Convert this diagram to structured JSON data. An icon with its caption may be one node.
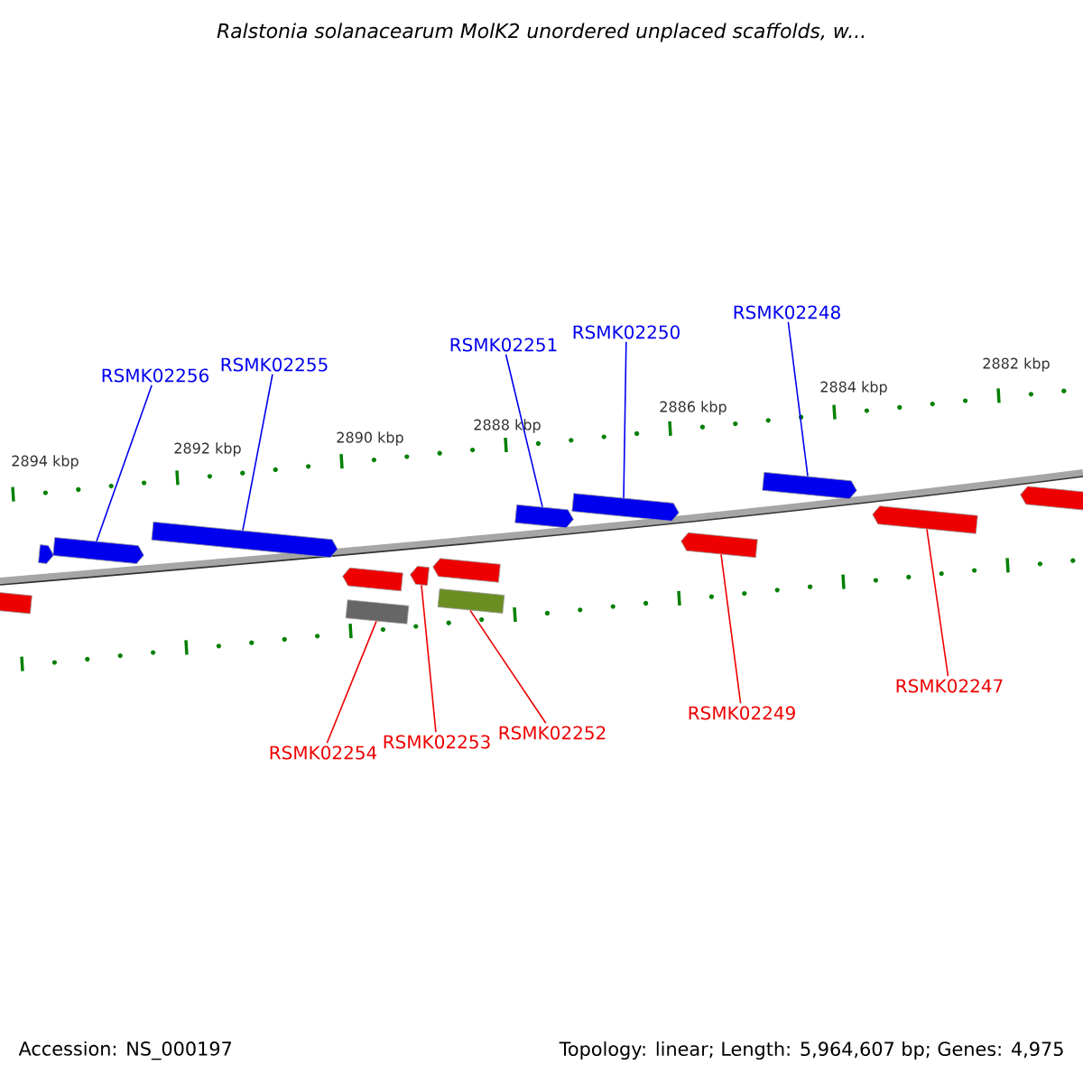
{
  "diagram": {
    "title": "Ralstonia solanacearum MolK2 unordered unplaced scaffolds, w...",
    "nodes": [
      {
        "text": [
          "RSMK02256"
        ]
      },
      {
        "text": [
          "RSMK02255"
        ]
      },
      {
        "text": [
          "RSMK02251"
        ]
      },
      {
        "text": [
          "RSMK02250"
        ]
      },
      {
        "text": [
          "RSMK02248"
        ]
      },
      {
        "text": [
          "RSMK02254"
        ]
      },
      {
        "text": [
          "RSMK02253"
        ]
      },
      {
        "text": [
          "RSMK02252"
        ]
      },
      {
        "text": [
          "RSMK02249"
        ]
      },
      {
        "text": [
          "RSMK02247"
        ]
      },
      {
        "text": [],
        "shape": "bar"
      },
      {
        "text": [],
        "shape": "bar"
      },
      {
        "text": [],
        "shape": "bar"
      },
      {
        "text": [],
        "shape": "bar"
      },
      {
        "text": [],
        "shape": "bar"
      },
      {
        "text": [],
        "shape": "bar"
      },
      {
        "text": [],
        "shape": "bar"
      },
      {
        "text": [],
        "shape": "bar"
      },
      {
        "text": [],
        "shape": "bar"
      },
      {
        "text": [],
        "shape": "bar"
      },
      {
        "text": [],
        "shape": "box"
      },
      {
        "text": [],
        "shape": "box"
      },
      {
        "text": [],
        "shape": "bar"
      },
      {
        "text": [],
        "shape": "bar"
      },
      {
        "text": [],
        "shape": "bar"
      }
    ],
    "edges": [
      {
        "from": 0,
        "to": 11,
        "arrow": "none",
        "color": "#0000ee"
      },
      {
        "from": 1,
        "to": 12,
        "arrow": "none",
        "color": "#0000ee"
      },
      {
        "from": 2,
        "to": 13,
        "arrow": "none",
        "color": "#0000ee"
      },
      {
        "from": 3,
        "to": 14,
        "arrow": "none",
        "color": "#0000ee"
      },
      {
        "from": 4,
        "to": 15,
        "arrow": "none",
        "color": "#0000ee"
      },
      {
        "from": 5,
        "to": 20,
        "arrow": "none",
        "color": "#ee0000"
      },
      {
        "from": 6,
        "to": 18,
        "arrow": "none",
        "color": "#ee0000"
      },
      {
        "from": 7,
        "to": 21,
        "arrow": "none",
        "color": "#ee0000"
      },
      {
        "from": 8,
        "to": 22,
        "arrow": "none",
        "color": "#ee0000"
      },
      {
        "from": 9,
        "to": 23,
        "arrow": "none",
        "color": "#ee0000"
      }
    ],
    "labels": [
      "2894 kbp",
      "2892 kbp",
      "2890 kbp",
      "2888 kbp",
      "2886 kbp",
      "2884 kbp",
      "2882 kbp",
      "Accession: NS_000197",
      "Topology: linear; Length: 5,964,607 bp; Genes: 4,975"
    ]
  }
}
